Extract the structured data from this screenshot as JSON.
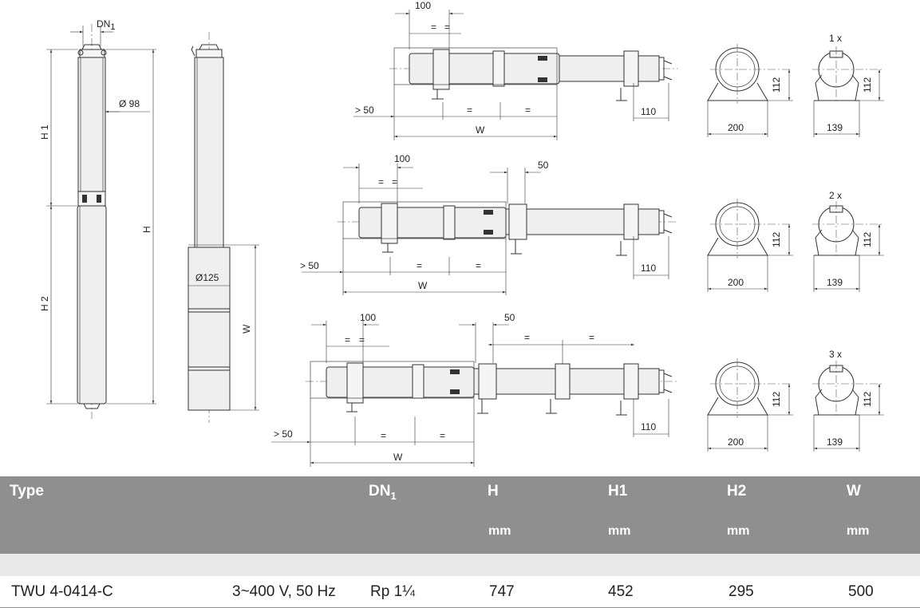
{
  "drawing": {
    "pump_dims": {
      "dn1": "DN",
      "dn1_sub": "1",
      "dia98": "Ø 98",
      "h1": "H 1",
      "h2": "H 2",
      "h": "H"
    },
    "side_dims": {
      "dia125": "Ø125",
      "w": "W"
    },
    "layouts": [
      {
        "d100": "100",
        "eq_top_a": "=",
        "eq_top_b": "=",
        "gt50": "> 50",
        "eq_a": "=",
        "eq_b": "=",
        "w": "W",
        "d110": "110"
      },
      {
        "d100": "100",
        "d50": "50",
        "eq_top_a": "=",
        "eq_top_b": "=",
        "gt50": "> 50",
        "eq_a": "=",
        "eq_b": "=",
        "w": "W",
        "d110": "110"
      },
      {
        "d100": "100",
        "d50": "50",
        "eq_top_a": "=",
        "eq_top_b": "=",
        "eq_mid_a": "=",
        "eq_mid_b": "=",
        "gt50": "> 50",
        "eq_a": "=",
        "eq_b": "=",
        "w": "W",
        "d110": "110"
      }
    ],
    "supports": [
      {
        "width": "200",
        "height": "112",
        "count": "1 x",
        "small_width": "139",
        "small_height": "112"
      },
      {
        "width": "200",
        "height": "112",
        "count": "2 x",
        "small_width": "139",
        "small_height": "112"
      },
      {
        "width": "200",
        "height": "112",
        "count": "3 x",
        "small_width": "139",
        "small_height": "112"
      }
    ]
  },
  "table": {
    "headers": {
      "type": "Type",
      "dn1": "DN",
      "dn1_sub": "1",
      "h": "H",
      "h1": "H1",
      "h2": "H2",
      "w": "W"
    },
    "units": {
      "h": "mm",
      "h1": "mm",
      "h2": "mm",
      "w": "mm"
    },
    "rows": [
      {
        "type": "TWU 4-0414-C",
        "voltage": "3~400 V, 50 Hz",
        "dn1": "Rp 1¼",
        "h": "747",
        "h1": "452",
        "h2": "295",
        "w": "500"
      }
    ]
  }
}
